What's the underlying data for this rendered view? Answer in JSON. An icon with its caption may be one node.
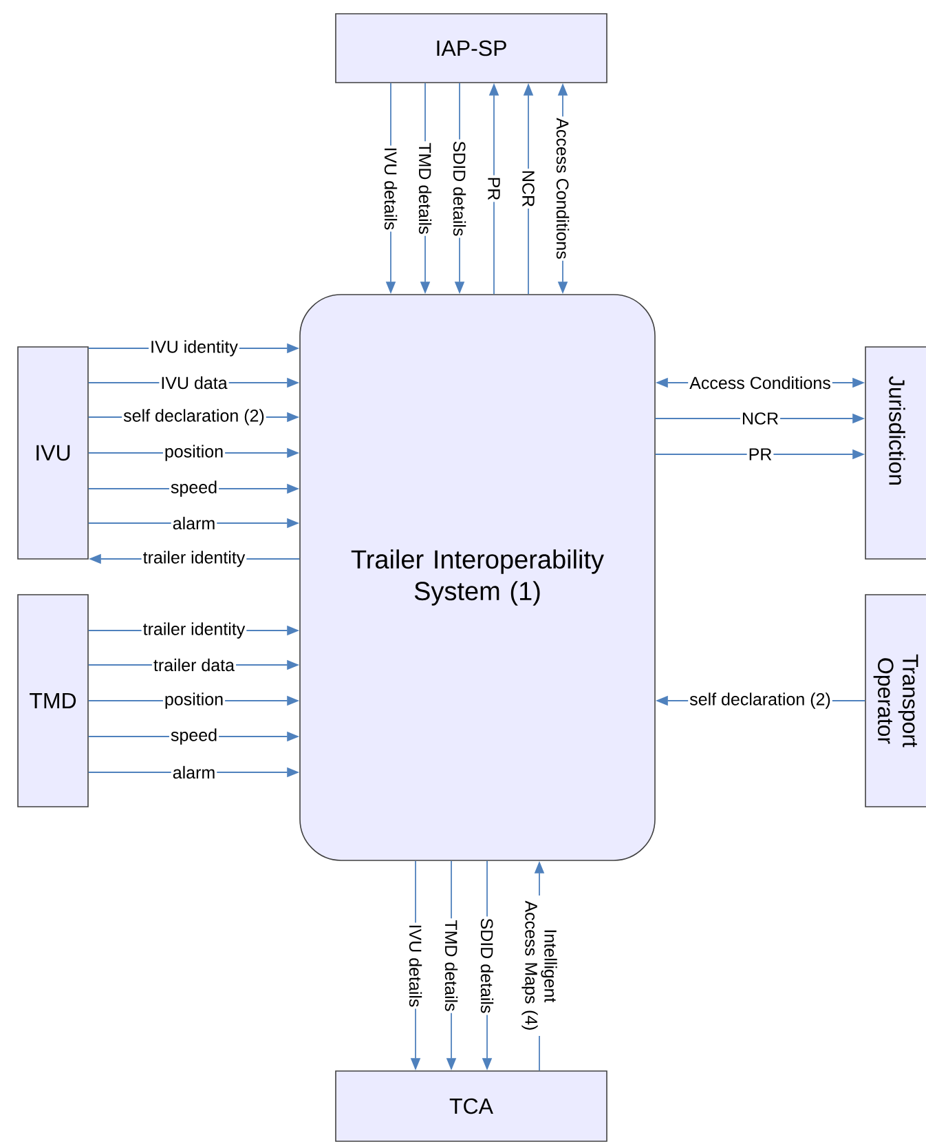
{
  "diagram": {
    "nodes": [
      {
        "text": [
          "IAP-SP"
        ]
      },
      {
        "text": [
          "IVU"
        ]
      },
      {
        "text": [
          "TMD"
        ]
      },
      {
        "text": [
          "Trailer Interoperability System (1)"
        ]
      },
      {
        "text": [
          "Jurisdiction"
        ]
      },
      {
        "text": [
          "Transport Operator"
        ]
      },
      {
        "text": [
          "TCA"
        ]
      }
    ],
    "edges": [
      {
        "from": 0,
        "to": 3,
        "arrow": "to",
        "label": "IVU details"
      },
      {
        "from": 0,
        "to": 3,
        "arrow": "to",
        "label": "TMD details"
      },
      {
        "from": 0,
        "to": 3,
        "arrow": "to",
        "label": "SDID details"
      },
      {
        "from": 3,
        "to": 0,
        "arrow": "to",
        "label": "PR"
      },
      {
        "from": 3,
        "to": 0,
        "arrow": "to",
        "label": "NCR"
      },
      {
        "from": 0,
        "to": 3,
        "arrow": "both",
        "label": "Access Conditions"
      },
      {
        "from": 1,
        "to": 3,
        "arrow": "to",
        "label": "IVU identity"
      },
      {
        "from": 1,
        "to": 3,
        "arrow": "to",
        "label": "IVU data"
      },
      {
        "from": 1,
        "to": 3,
        "arrow": "to",
        "label": "self declaration (2)"
      },
      {
        "from": 1,
        "to": 3,
        "arrow": "to",
        "label": "position"
      },
      {
        "from": 1,
        "to": 3,
        "arrow": "to",
        "label": "speed"
      },
      {
        "from": 1,
        "to": 3,
        "arrow": "to",
        "label": "alarm"
      },
      {
        "from": 3,
        "to": 1,
        "arrow": "to",
        "label": "trailer identity"
      },
      {
        "from": 2,
        "to": 3,
        "arrow": "to",
        "label": "trailer identity"
      },
      {
        "from": 2,
        "to": 3,
        "arrow": "to",
        "label": "trailer data"
      },
      {
        "from": 2,
        "to": 3,
        "arrow": "to",
        "label": "position"
      },
      {
        "from": 2,
        "to": 3,
        "arrow": "to",
        "label": "speed"
      },
      {
        "from": 2,
        "to": 3,
        "arrow": "to",
        "label": "alarm"
      },
      {
        "from": 3,
        "to": 4,
        "arrow": "both",
        "label": "Access Conditions"
      },
      {
        "from": 3,
        "to": 4,
        "arrow": "to",
        "label": "NCR"
      },
      {
        "from": 3,
        "to": 4,
        "arrow": "to",
        "label": "PR"
      },
      {
        "from": 5,
        "to": 3,
        "arrow": "to",
        "label": "self declaration (2)"
      },
      {
        "from": 3,
        "to": 6,
        "arrow": "to",
        "label": "IVU details"
      },
      {
        "from": 3,
        "to": 6,
        "arrow": "to",
        "label": "TMD details"
      },
      {
        "from": 3,
        "to": 6,
        "arrow": "to",
        "label": "SDID details"
      },
      {
        "from": 6,
        "to": 3,
        "arrow": "to",
        "label": "Intelligent Access Maps (4)"
      }
    ]
  }
}
